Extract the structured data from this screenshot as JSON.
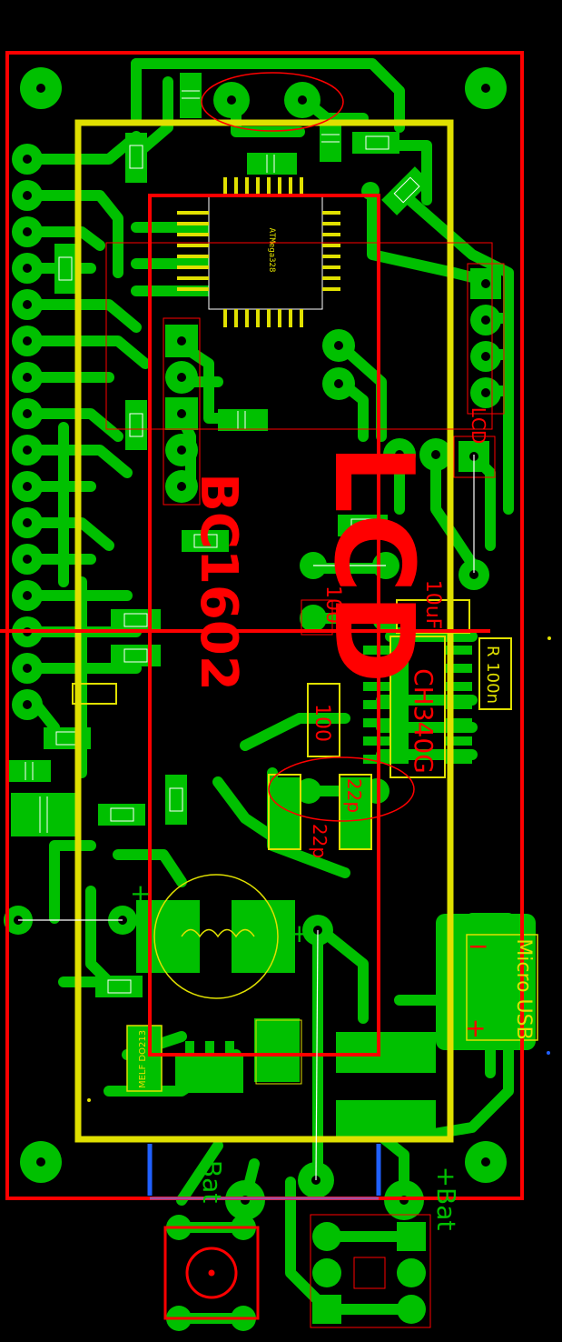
{
  "board": {
    "background": "#000000",
    "colors": {
      "copper": "#00c000",
      "outline": "#ff0000",
      "silk": "#e0e000",
      "text": "#ff0000",
      "hole": "#000000",
      "blue": "#2060ff",
      "white": "#ffffff"
    }
  },
  "labels": {
    "lcd": "LCD",
    "bc1602": "BC1602",
    "ch340g": "CH340G",
    "mcu": "ATMega328",
    "micro_usb": "Micro USB",
    "bat_neg": "-Bat",
    "bat_pos": "+Bat",
    "r_100n": "R 100n",
    "cap_10u": "10uF",
    "res_100_a": "100",
    "res_100_b": "100",
    "cap_22p_a": "22p",
    "cap_22p_b": "22p",
    "melf": "MELF\nDO213",
    "lcd_conn": "LCD"
  }
}
